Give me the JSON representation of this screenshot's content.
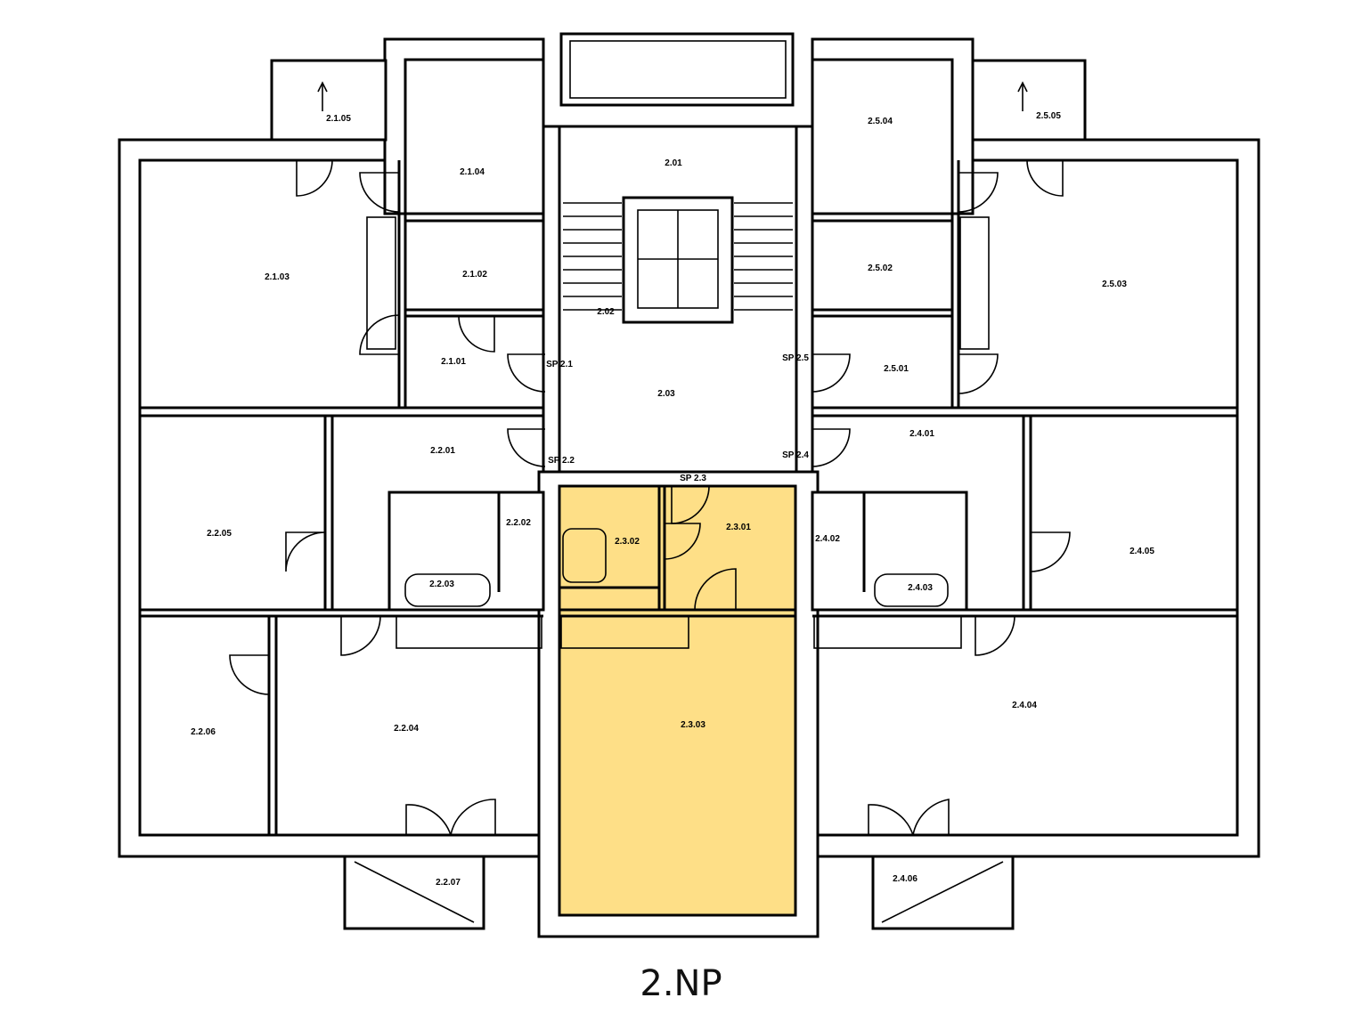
{
  "title": "2.NP",
  "highlight_color": "#FEDF87",
  "highlighted_unit": "2.3",
  "rooms": {
    "r2101": "2.1.01",
    "r2102": "2.1.02",
    "r2103": "2.1.03",
    "r2104": "2.1.04",
    "r2105": "2.1.05",
    "r201": "2.01",
    "r202": "2.02",
    "r203": "2.03",
    "r2201": "2.2.01",
    "r2202": "2.2.02",
    "r2203": "2.2.03",
    "r2204": "2.2.04",
    "r2205": "2.2.05",
    "r2206": "2.2.06",
    "r2207": "2.2.07",
    "r2301": "2.3.01",
    "r2302": "2.3.02",
    "r2303": "2.3.03",
    "r2401": "2.4.01",
    "r2402": "2.4.02",
    "r2403": "2.4.03",
    "r2404": "2.4.04",
    "r2405": "2.4.05",
    "r2406": "2.4.06",
    "r2501": "2.5.01",
    "r2502": "2.5.02",
    "r2503": "2.5.03",
    "r2504": "2.5.04",
    "r2505": "2.5.05"
  },
  "doors": {
    "sp21": "SP 2.1",
    "sp22": "SP 2.2",
    "sp23": "SP 2.3",
    "sp24": "SP 2.4",
    "sp25": "SP 2.5"
  }
}
